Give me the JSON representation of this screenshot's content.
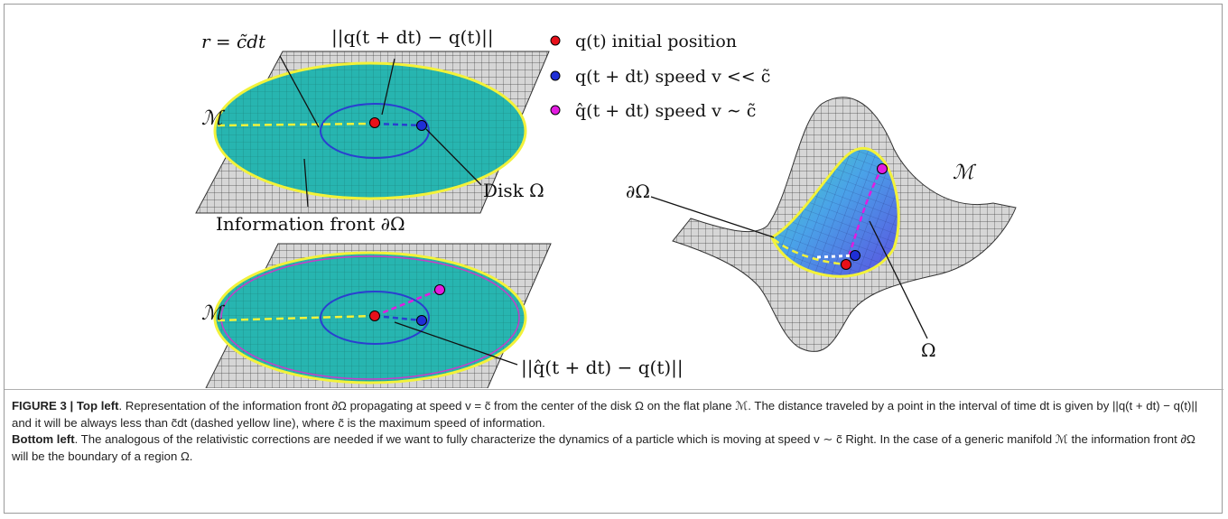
{
  "figure": {
    "labels": {
      "radius": "r = c̃dt",
      "distance_top": "||q(t + dt) − q(t)||",
      "manifold_top": "ℳ",
      "disk": "Disk Ω",
      "front": "Information front ∂Ω",
      "manifold_bottom": "ℳ",
      "distance_bottom": "||q̂(t + dt) − q(t)||",
      "boundary_right": "∂Ω",
      "manifold_right": "ℳ",
      "region_right": "Ω"
    },
    "legend": [
      {
        "text": "q(t) initial position",
        "color": "#e8101a"
      },
      {
        "text": "q(t + dt) speed v << c̃",
        "color": "#1f2fd6"
      },
      {
        "text": "q̂(t + dt) speed v ∼ c̃",
        "color": "#e21be0"
      }
    ],
    "colors": {
      "disk_fill": "#27b5b0",
      "front": "#f2f23a",
      "inner_circle": "#2a3fd0",
      "grid": "#555555",
      "surface": "#d9d9d9"
    }
  },
  "caption": {
    "number": "FIGURE 3 |",
    "p1_head": "Top left",
    "p1_text": ". Representation of the information front ∂Ω propagating at speed v = c̃ from the center of the disk Ω on the flat plane ℳ. The distance traveled by a point in the interval of time dt is given by ||q(t + dt) − q(t)|| and it will be always less than c̃dt (dashed yellow line), where c̃ is the maximum speed of information.",
    "p2_head": "Bottom left",
    "p2_text": ". The analogous of the relativistic corrections are needed if we want to fully characterize the dynamics of a particle which is moving at speed v ∼ c̃ Right. In the case of a generic manifold ℳ the information front ∂Ω will be the boundary of a region Ω."
  }
}
